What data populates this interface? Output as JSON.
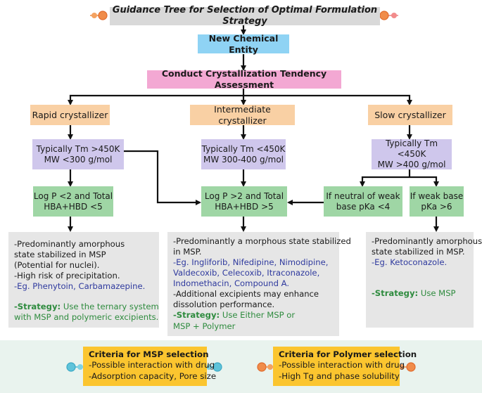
{
  "title": "Guidance Tree for Selection of Optimal Formulation Strategy",
  "root": "New Chemical Entity",
  "assessment": "Conduct Crystallization Tendency Assessment",
  "categories": {
    "rapid": "Rapid crystallizer",
    "intermediate": "Intermediate crystallizer",
    "slow": "Slow crystallizer"
  },
  "properties": {
    "rapid": [
      "Typically Tm >450K",
      "MW <300 g/mol"
    ],
    "intermediate": [
      "Typically Tm <450K",
      "MW 300-400 g/mol"
    ],
    "slow": [
      "Typically Tm <450K",
      "MW >400 g/mol"
    ]
  },
  "logp": {
    "rapid": [
      "Log P <2 and Total",
      "HBA+HBD <5"
    ],
    "intermediate": [
      "Log P >2 and Total",
      "HBA+HBD >5"
    ]
  },
  "slow_branches": {
    "neutral": [
      "If neutral of weak",
      "base pKa <4"
    ],
    "weak_base": [
      "If weak base",
      "pKa >6"
    ]
  },
  "panels": {
    "rapid": {
      "lines": [
        "-Predominantly amorphous",
        "state stabilized in MSP",
        "(Potential for nuclei).",
        "-High risk of precipitation."
      ],
      "eg": "-Eg. Phenytoin, Carbamazepine.",
      "strategy_label": "-Strategy:",
      "strategy_lines": [
        " Use the ternary system",
        "with MSP and polymeric excipients."
      ]
    },
    "intermediate": {
      "lines": [
        "-Predominantly a morphous state stabilized",
        "in MSP."
      ],
      "eg_lines": [
        "-Eg. Ingliforib, Nifedipine, Nimodipine,",
        "Valdecoxib, Celecoxib, Itraconazole,",
        "Indomethacin, Compound A."
      ],
      "more_lines": [
        "-Additional excipients may enhance",
        "dissolution performance."
      ],
      "strategy_label": "-Strategy:",
      "strategy_lines": [
        " Use Either MSP or",
        "MSP + Polymer"
      ]
    },
    "slow": {
      "lines": [
        "-Predominantly amorphous",
        "state stabilized in MSP."
      ],
      "eg": "-Eg. Ketoconazole.",
      "strategy_label": "-Strategy:",
      "strategy_text": " Use MSP"
    }
  },
  "criteria": {
    "msp": {
      "heading": "Criteria for MSP selection",
      "items": [
        "-Possible interaction with drug",
        "-Adsorption capacity, Pore size"
      ]
    },
    "polymer": {
      "heading": "Criteria for Polymer selection",
      "items": [
        "-Possible interaction with drug",
        "-High Tg and phase solubility"
      ]
    }
  },
  "colors": {
    "title_bg": "#d9d9d9",
    "root_bg": "#8fd3f4",
    "assessment_bg": "#f3a8d3",
    "category_bg": "#f9d0a4",
    "property_bg": "#cfc7ec",
    "logp_bg": "#9fd6a5",
    "panel_bg": "#e6e6e6",
    "criteria_bg": "#fbc52f",
    "example_text": "#2f3a9e",
    "strategy_text": "#2e8b3e"
  }
}
